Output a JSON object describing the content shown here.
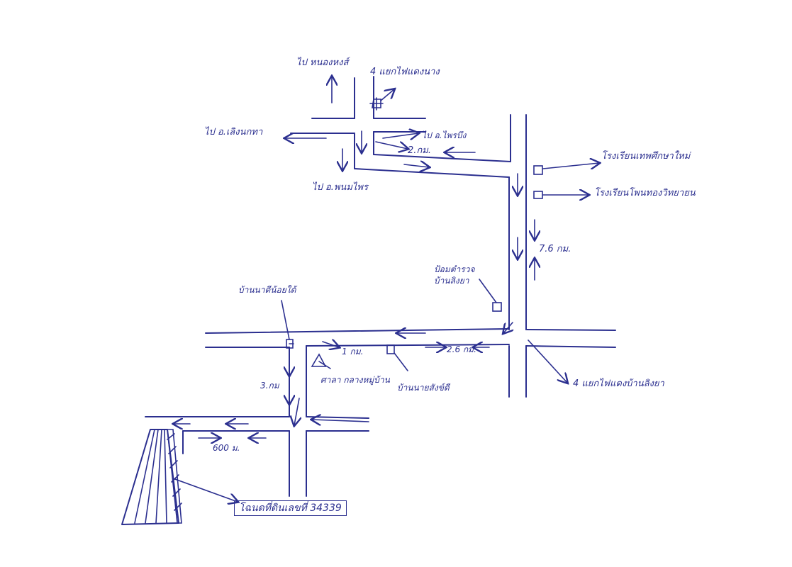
{
  "map": {
    "labels": {
      "to_north": "ไป หนองหงส์",
      "traffic_light_top": "4 แยกไฟแดงนาง",
      "to_west": "ไป อ.เลิงนกทา",
      "to_south_west": "ไป อ.พนมไพร",
      "to_east_road": "ไป อ.ไพรบึง",
      "dist_2km_top": "2.กม.",
      "school_1": "โรงเรียนเทพศึกษาใหม่",
      "school_2": "โรงเรียนโพนทองวิทยายน",
      "dist_7_6km": "7.6 กม.",
      "bus_stop": "ป้อมตำรวจ บ้านลิงยา",
      "house_left": "บ้านนาดีน้อยใต้",
      "dist_1km": "1 กม.",
      "dist_2_6km": "2.6 กม.",
      "dist_3km": "3.กม",
      "temple": "ศาลา กลางหมู่บ้าน",
      "house_mid": "บ้านนายสังข์ดี",
      "traffic_light_bottom": "4 แยกไฟแดงบ้านลิงยา",
      "dist_600m": "600 ม.",
      "land_deed": "โฉนดที่ดินเลขที่ 34339"
    },
    "colors": {
      "ink": "#2b2f8f",
      "paper": "#ffffff"
    }
  }
}
